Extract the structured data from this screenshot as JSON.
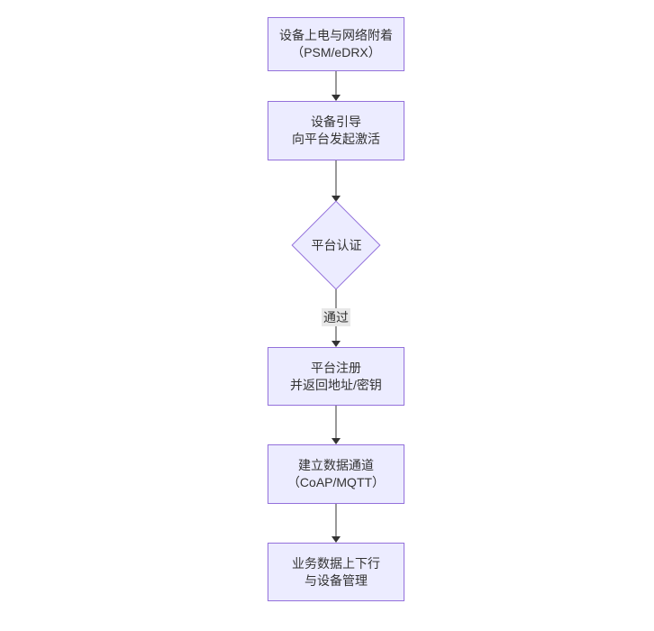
{
  "flowchart": {
    "background": "#ffffff",
    "colors": {
      "background": "#ffffff",
      "node_fill": "#ECECFF",
      "node_border": "#9370DB",
      "edge_color": "#333333",
      "text_color": "#333333",
      "edge_label_bg": "#e8e8e8"
    },
    "nodes": [
      {
        "id": "A",
        "shape": "rect",
        "line1": "设备上电与网络附着",
        "line2": "（PSM/eDRX）"
      },
      {
        "id": "B",
        "shape": "rect",
        "line1": "设备引导",
        "line2": "向平台发起激活"
      },
      {
        "id": "C",
        "shape": "diamond",
        "line1": "平台认证",
        "line2": ""
      },
      {
        "id": "D",
        "shape": "rect",
        "line1": "平台注册",
        "line2": "并返回地址/密钥"
      },
      {
        "id": "E",
        "shape": "rect",
        "line1": "建立数据通道",
        "line2": "（CoAP/MQTT）"
      },
      {
        "id": "F",
        "shape": "rect",
        "line1": "业务数据上下行",
        "line2": "与设备管理"
      }
    ],
    "edges": [
      {
        "from": "A",
        "to": "B",
        "label": ""
      },
      {
        "from": "B",
        "to": "C",
        "label": ""
      },
      {
        "from": "C",
        "to": "D",
        "label": "通过"
      },
      {
        "from": "D",
        "to": "E",
        "label": ""
      },
      {
        "from": "E",
        "to": "F",
        "label": ""
      }
    ]
  }
}
